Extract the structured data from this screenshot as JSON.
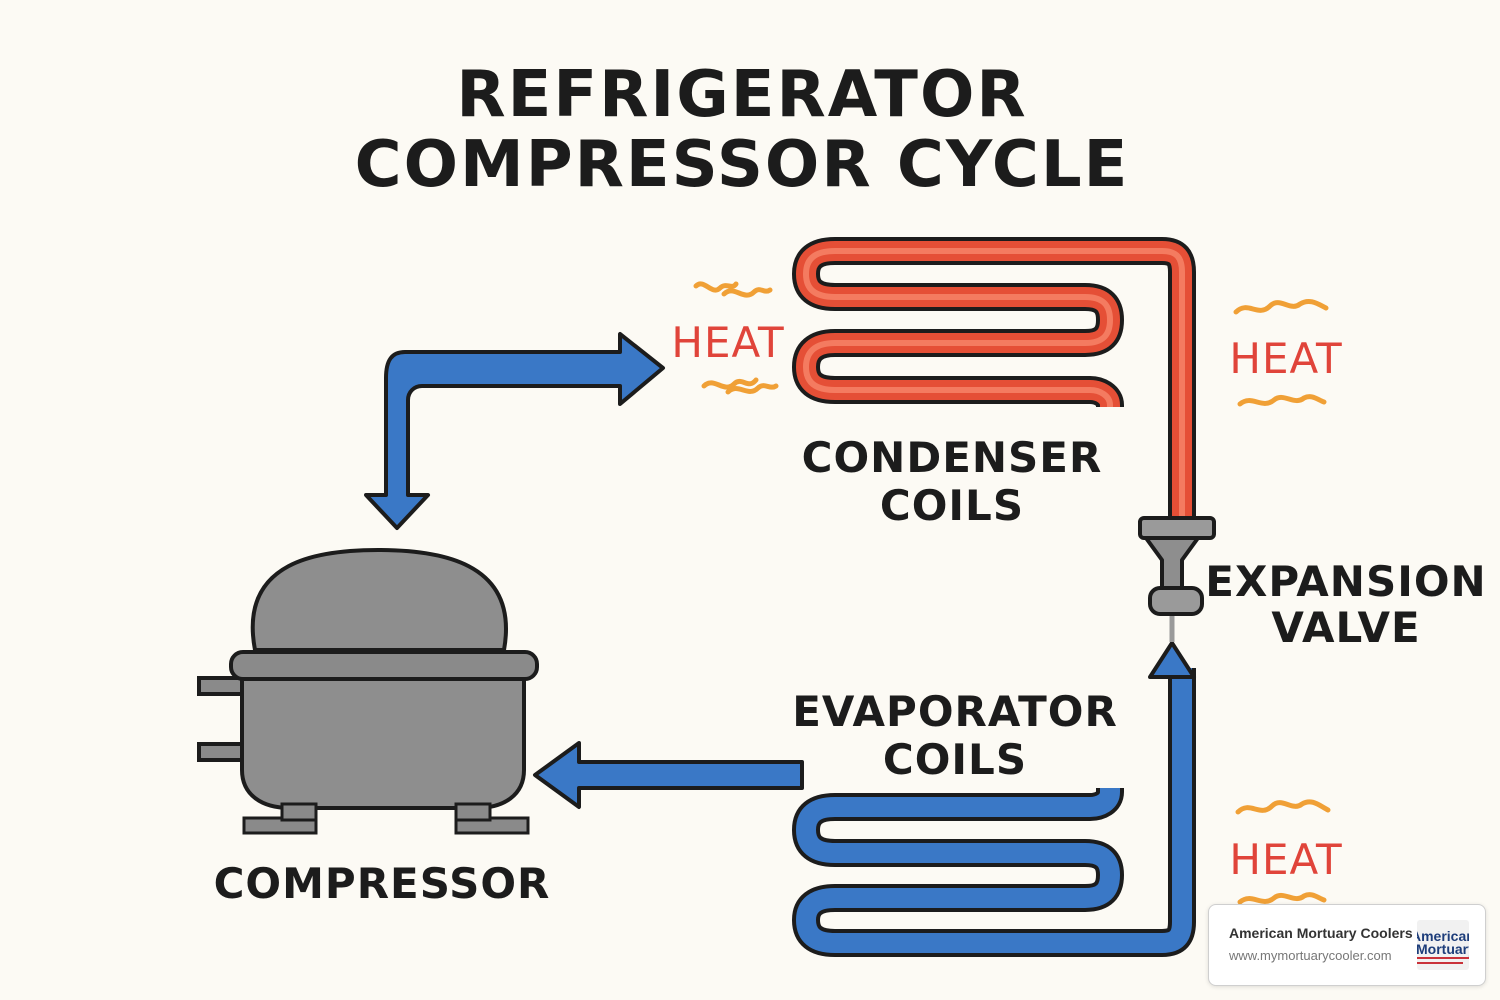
{
  "title": {
    "line1": "REFRIGERATOR",
    "line2": "COMPRESSOR CYCLE"
  },
  "labels": {
    "compressor": "COMPRESSOR",
    "condenser_line1": "CONDENSER",
    "condenser_line2": "COILS",
    "evaporator_line1": "EVAPORATOR",
    "evaporator_line2": "COILS",
    "expansion_line1": "EXPANSION",
    "expansion_line2": "VALVE"
  },
  "heat_labels": [
    "HEAT",
    "HEAT",
    "HEAT"
  ],
  "source": {
    "name": "American Mortuary Coolers",
    "url": "www.mymortuarycooler.com",
    "logo_text": "American Mortuary"
  },
  "colors": {
    "background": "#fcfaf4",
    "hot_pipe": "#e54f36",
    "hot_pipe_highlight": "#f7866b",
    "cold_pipe": "#3a78c6",
    "outline": "#1c1c1c",
    "compressor_body": "#8e8e8e",
    "heat_text": "#e0443a",
    "heat_wave": "#f0a036"
  }
}
